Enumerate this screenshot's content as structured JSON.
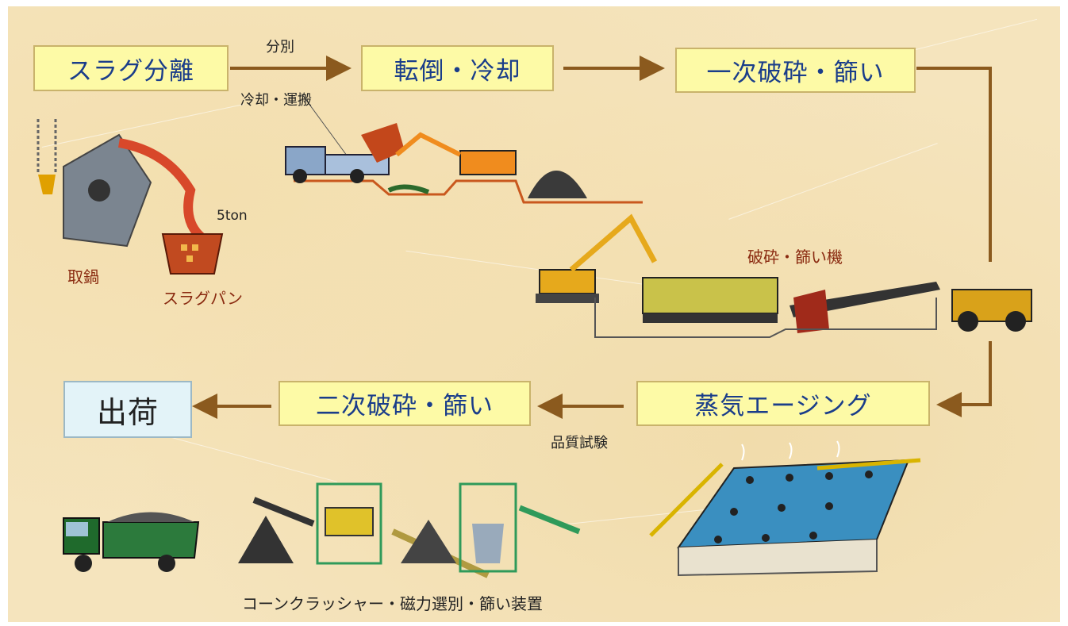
{
  "steps": {
    "slag_separation": "スラグ分離",
    "overturn_cool": "転倒・冷却",
    "primary_crush": "一次破砕・篩い",
    "steam_aging": "蒸気エージング",
    "secondary_crush": "二次破砕・篩い",
    "shipment": "出荷"
  },
  "labels": {
    "sorting": "分別",
    "cool_transport": "冷却・運搬",
    "tonnage": "5ton",
    "ladle": "取鍋",
    "slag_pan": "スラグパン",
    "crusher_sieve": "破砕・篩い機",
    "quality_test": "品質試験",
    "cone_crusher": "コーンクラッシャー・磁力選別・篩い装置"
  },
  "colors": {
    "box_fill": "#fdfaa6",
    "box_text": "#1a3d8a",
    "arrow": "#8b5a1e",
    "background": "#f5e4bd"
  }
}
